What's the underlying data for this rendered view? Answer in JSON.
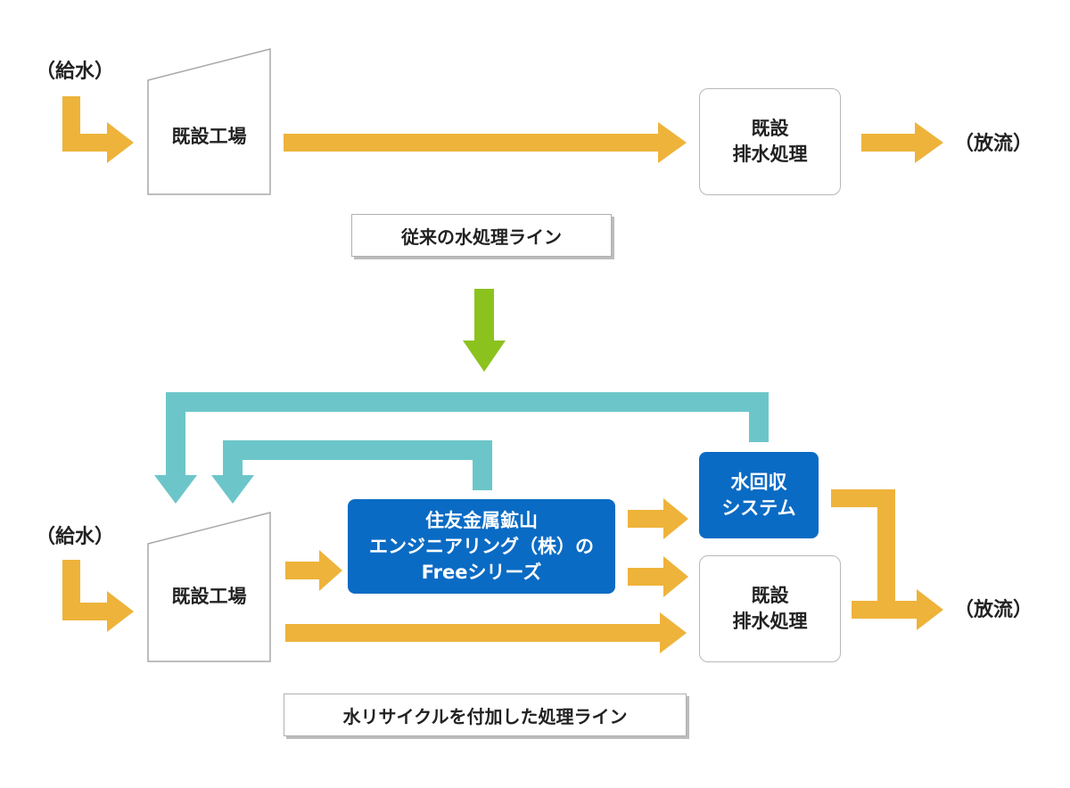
{
  "colors": {
    "flow_arrow": "#eeb33a",
    "recycle_arrow": "#6cc6c9",
    "transition_arrow": "#8cc21e",
    "highlight_box": "#0a6bc4"
  },
  "top": {
    "water_supply": "（給水）",
    "factory": "既設工場",
    "treatment_line1": "既設",
    "treatment_line2": "排水処理",
    "discharge": "（放流）",
    "caption": "従来の水処理ライン"
  },
  "bottom": {
    "water_supply": "（給水）",
    "factory": "既設工場",
    "free_line1": "住友金属鉱山",
    "free_line2": "エンジニアリング（株）の",
    "free_line3": "Freeシリーズ",
    "recovery_line1": "水回収",
    "recovery_line2": "システム",
    "treatment_line1": "既設",
    "treatment_line2": "排水処理",
    "discharge": "（放流）",
    "caption": "水リサイクルを付加した処理ライン"
  }
}
